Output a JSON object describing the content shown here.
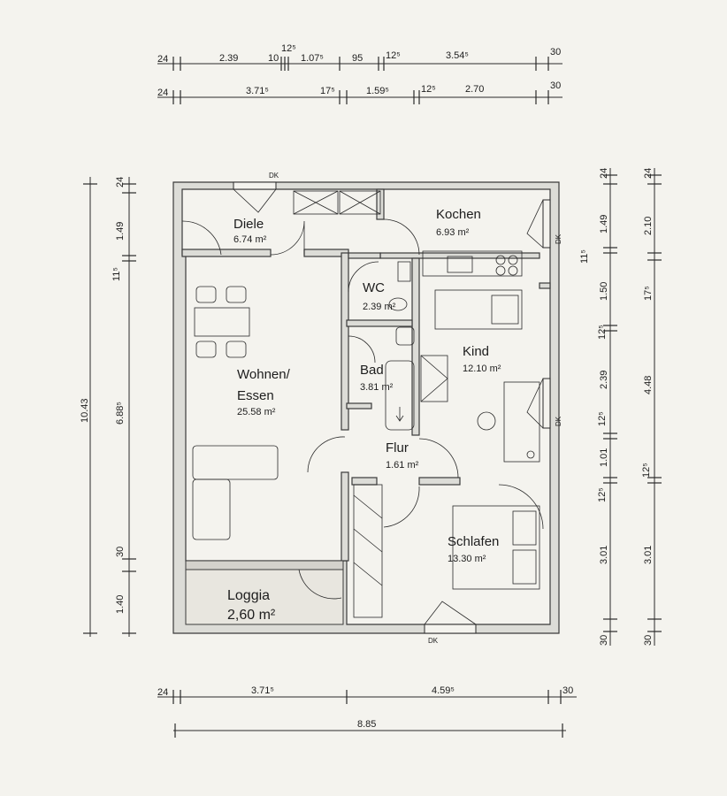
{
  "dimensions": {
    "top_row1": [
      "24",
      "2.39",
      "10",
      "12⁵",
      "1.07⁵",
      "95",
      "12⁵",
      "3.54⁵",
      "30"
    ],
    "top_row2": [
      "24",
      "3.71⁵",
      "17⁵",
      "1.59⁵",
      "12⁵",
      "2.70",
      "30"
    ],
    "left_outer": [
      "24",
      "1.49",
      "11⁵",
      "6.88⁵",
      "30",
      "1.40"
    ],
    "left_total": "10.43",
    "right_col1": [
      "24",
      "1.49",
      "11⁵",
      "1.50",
      "12⁵",
      "2.39",
      "12⁵",
      "1.01",
      "12⁵",
      "3.01",
      "30"
    ],
    "right_col2": [
      "24",
      "2.10",
      "17⁵",
      "4.48",
      "12⁵",
      "3.01",
      "30"
    ],
    "bottom_row1": [
      "24",
      "3.71⁵",
      "4.59⁵",
      "30"
    ],
    "bottom_total": "8.85"
  },
  "rooms": [
    {
      "name": "Diele",
      "area": "6.74 m²"
    },
    {
      "name": "Kochen",
      "area": "6.93 m²"
    },
    {
      "name": "WC",
      "area": "2.39 m²"
    },
    {
      "name": "Kind",
      "area": "12.10 m²"
    },
    {
      "name": "Wohnen/",
      "name2": "Essen",
      "area": "25.58 m²"
    },
    {
      "name": "Bad",
      "area": "3.81 m²"
    },
    {
      "name": "Flur",
      "area": "1.61 m²"
    },
    {
      "name": "Schlafen",
      "area": "13.30 m²"
    },
    {
      "name": "Loggia",
      "area": "2,60 m²"
    }
  ],
  "window_labels": {
    "top": "DK",
    "kitchen": "DK",
    "child": "DK",
    "bedroom": "DK"
  }
}
